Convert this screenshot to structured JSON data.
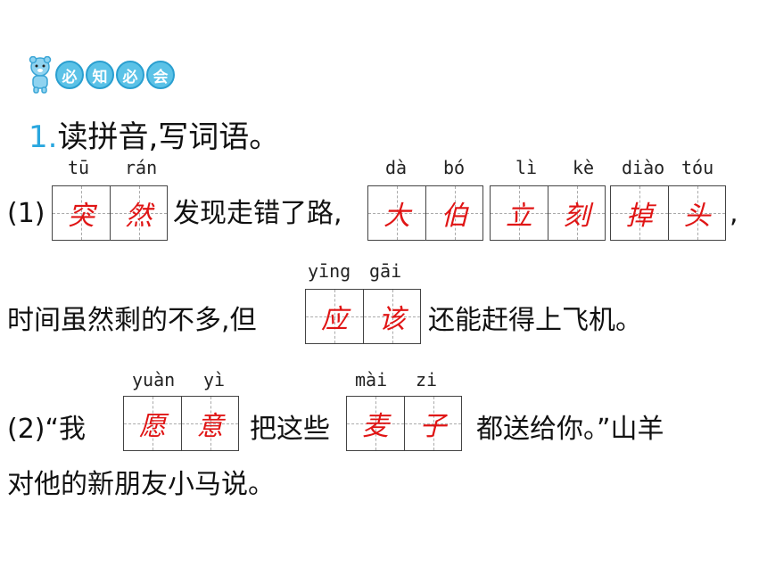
{
  "badge": {
    "chars": [
      "必",
      "知",
      "必",
      "会"
    ],
    "color": "#5bc2e7"
  },
  "exercise": {
    "number": "1.",
    "title": "读拼音,写词语。"
  },
  "q1": {
    "label": "(1)",
    "w1": {
      "pinyin": [
        "tū",
        "rán"
      ],
      "chars": [
        "突",
        "然"
      ]
    },
    "t1": "发现走错了路,",
    "w2": {
      "pinyin": [
        "dà",
        "bó"
      ],
      "chars": [
        "大",
        "伯"
      ]
    },
    "w3": {
      "pinyin": [
        "lì",
        "kè"
      ],
      "chars": [
        "立",
        "刻"
      ]
    },
    "w4": {
      "pinyin": [
        "diào",
        "tóu"
      ],
      "chars": [
        "掉",
        "头"
      ]
    },
    "comma": ",",
    "t2": "时间虽然剩的不多,但",
    "w5": {
      "pinyin": [
        "yīng",
        "gāi"
      ],
      "chars": [
        "应",
        "该"
      ]
    },
    "t3": "还能赶得上飞机。"
  },
  "q2": {
    "label": "(2)“我",
    "w1": {
      "pinyin": [
        "yuàn",
        "yì"
      ],
      "chars": [
        "愿",
        "意"
      ]
    },
    "t1": "把这些",
    "w2": {
      "pinyin": [
        "mài",
        "zi"
      ],
      "chars": [
        "麦",
        "子"
      ]
    },
    "t2": "都送给你。”山羊",
    "t3": "对他的新朋友小马说。"
  },
  "colors": {
    "answer": "#e01515",
    "accent": "#2aa7df"
  }
}
